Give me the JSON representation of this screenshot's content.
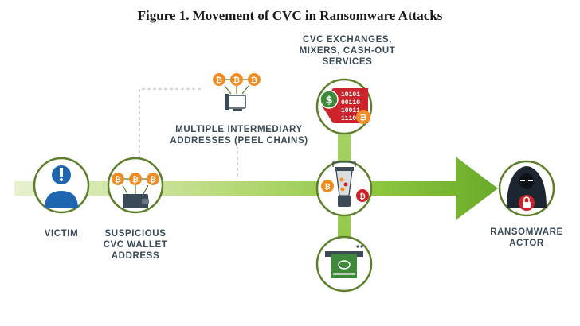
{
  "title": "Figure 1. Movement of CVC in Ransomware Attacks",
  "labels": {
    "exchanges": [
      "CVC EXCHANGES,",
      "MIXERS, CASH-OUT",
      "SERVICES"
    ],
    "peel": [
      "MULTIPLE INTERMEDIARY",
      "ADDRESSES (PEEL CHAINS)"
    ],
    "victim": [
      "VICTIM"
    ],
    "wallet": [
      "SUSPICIOUS",
      "CVC WALLET",
      "ADDRESS"
    ],
    "actor": [
      "RANSOMWARE",
      "ACTOR"
    ]
  },
  "icons": {
    "victim": "victim-person-alert-icon",
    "wallet": "wallet-bitcoin-icon",
    "peel": "peel-chain-computer-icon",
    "exchange": "exchange-dollar-binary-icon",
    "mixer": "blender-mixer-icon",
    "cashout": "atm-cash-icon",
    "actor": "hooded-actor-lock-icon",
    "coin_symbol": "₿",
    "dollar_symbol": "$",
    "binary_lines": [
      "10101",
      "00110",
      "10011",
      "11101"
    ]
  },
  "colors": {
    "arrow_light": "#dcebb8",
    "arrow_main": "#8dc63f",
    "arrow_dark": "#6aaa2a",
    "circle_border": "#5d7e2a",
    "bitcoin": "#f28c22",
    "victim_blue": "#1f66b0",
    "lock_red": "#cc2229",
    "text": "#3a4a56",
    "dashed": "#bbbbbb"
  }
}
